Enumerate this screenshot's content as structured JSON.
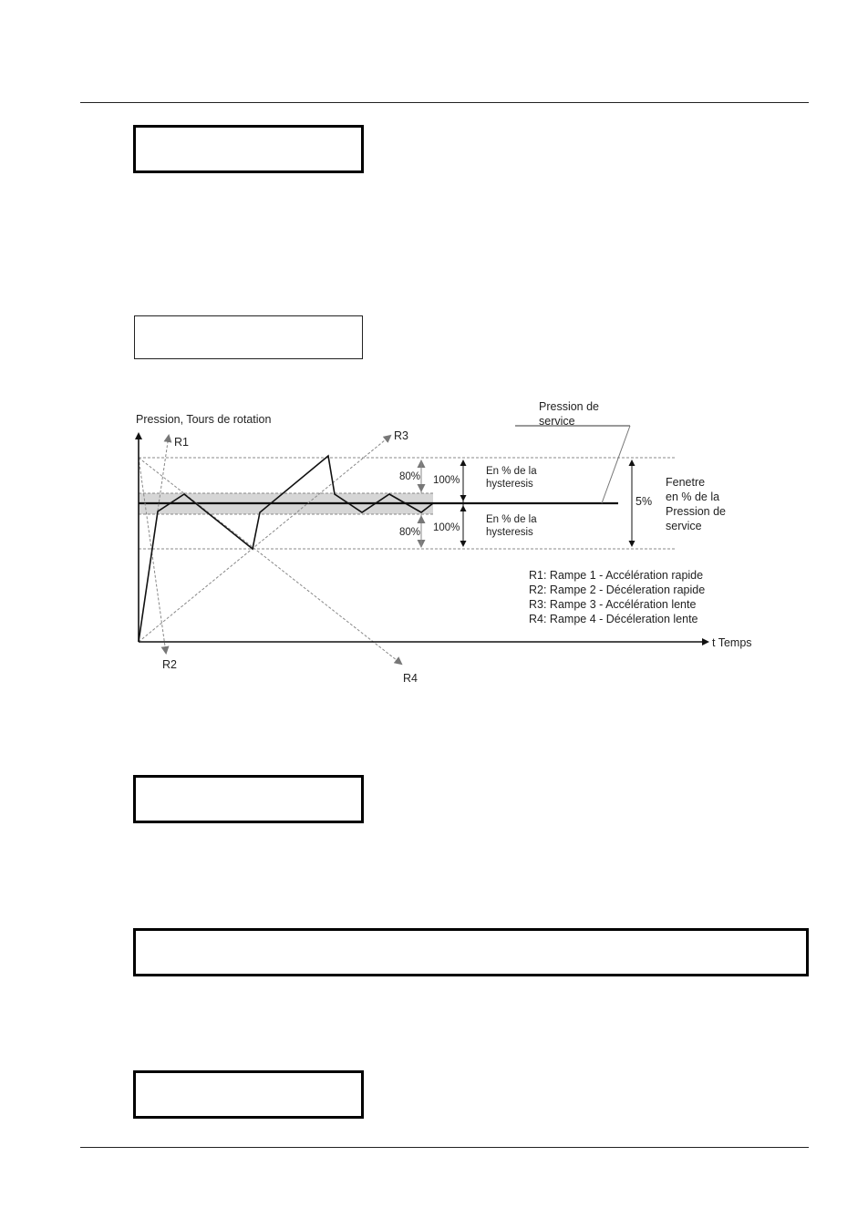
{
  "diagram": {
    "axis_y_label": "Pression, Tours de rotation",
    "axis_x_label": "t Temps",
    "service_pressure_label": [
      "Pression de",
      "service"
    ],
    "window_label": [
      "Fenetre",
      "en % de la",
      "Pression de",
      "service"
    ],
    "window_percent": "5%",
    "upper_hysteresis_label": [
      "En % de la",
      "hysteresis"
    ],
    "lower_hysteresis_label": [
      "En % de la",
      "hysteresis"
    ],
    "upper_80": "80%",
    "upper_100": "100%",
    "lower_80": "80%",
    "lower_100": "100%",
    "ramp_tags": {
      "r1": "R1",
      "r2": "R2",
      "r3": "R3",
      "r4": "R4"
    },
    "legend": [
      "R1: Rampe 1 - Accélération rapide",
      "R2: Rampe 2 - Décéleration rapide",
      "R3: Rampe 3 - Accélération lente",
      "R4: Rampe 4 - Décéleration lente"
    ]
  }
}
